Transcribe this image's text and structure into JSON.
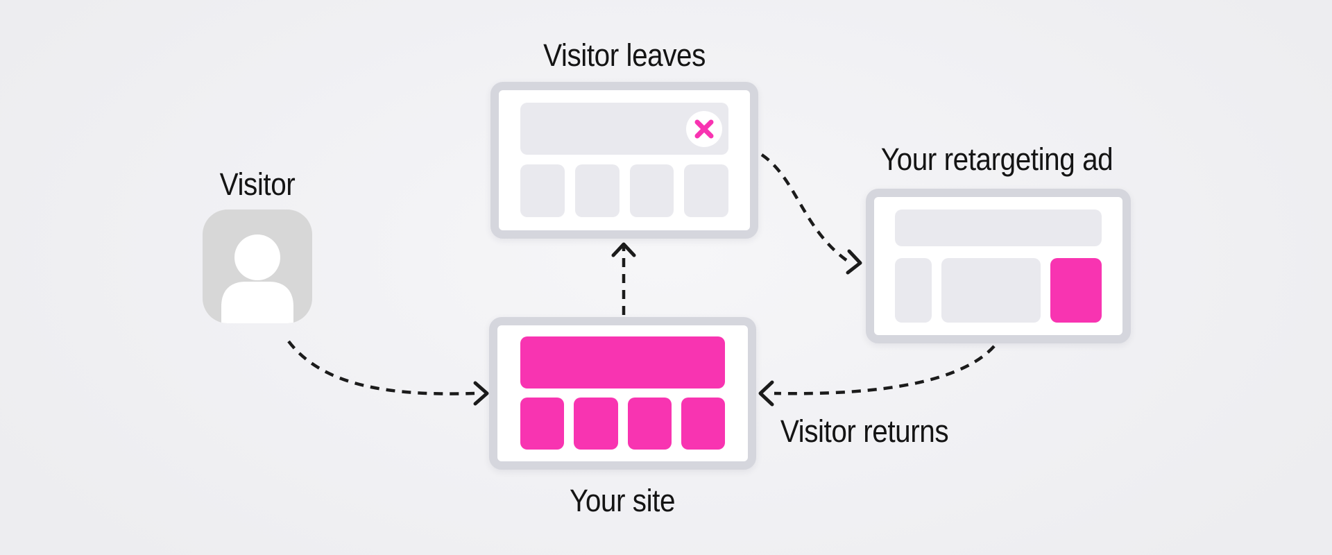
{
  "diagram": {
    "nodes": {
      "visitor": {
        "label": "Visitor",
        "icon": "user-icon"
      },
      "visitor_leaves": {
        "label": "Visitor leaves",
        "icon": "close-x-icon"
      },
      "your_site": {
        "label": "Your site"
      },
      "retargeting_ad": {
        "label": "Your retargeting ad"
      }
    },
    "flow_labels": {
      "visitor_returns": "Visitor returns"
    },
    "colors": {
      "accent_pink": "#F834B1",
      "window_border": "#D5D6DD",
      "window_background": "#FFFFFF",
      "placeholder_gray": "#E9E9EE",
      "avatar_gray": "#D7D7D7",
      "arrow_black": "#1B1B1B",
      "page_background": "#F0F0F3",
      "text_color": "#141414"
    },
    "icons": [
      "user-icon",
      "close-x-icon"
    ]
  }
}
